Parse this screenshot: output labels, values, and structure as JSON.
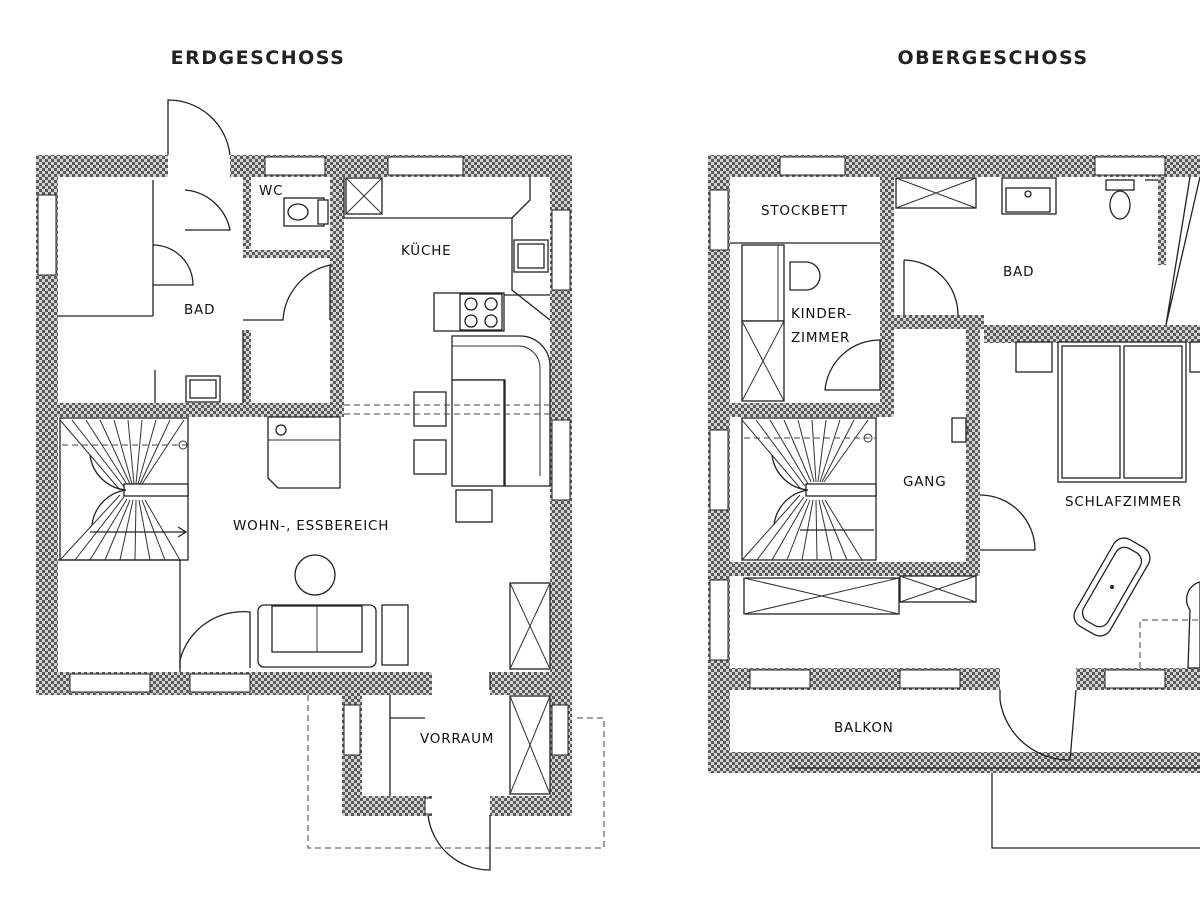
{
  "floors": {
    "ground": {
      "title": "ERDGESCHOSS",
      "rooms": {
        "wc": "WC",
        "kueche": "KÜCHE",
        "bad": "BAD",
        "wohn": "WOHN-, ESSBEREICH",
        "vorraum": "VORRAUM"
      }
    },
    "upper": {
      "title": "OBERGESCHOSS",
      "rooms": {
        "stockbett": "STOCKBETT",
        "bad": "BAD",
        "kinder1": "KINDER-",
        "kinder2": "ZIMMER",
        "gang": "GANG",
        "schlafzimmer": "SCHLAFZIMMER",
        "balkon": "BALKON"
      }
    }
  },
  "colors": {
    "wall_dark": "#5a5a5a",
    "wall_light": "#d4d4d4",
    "line": "#222222",
    "background": "#ffffff"
  }
}
